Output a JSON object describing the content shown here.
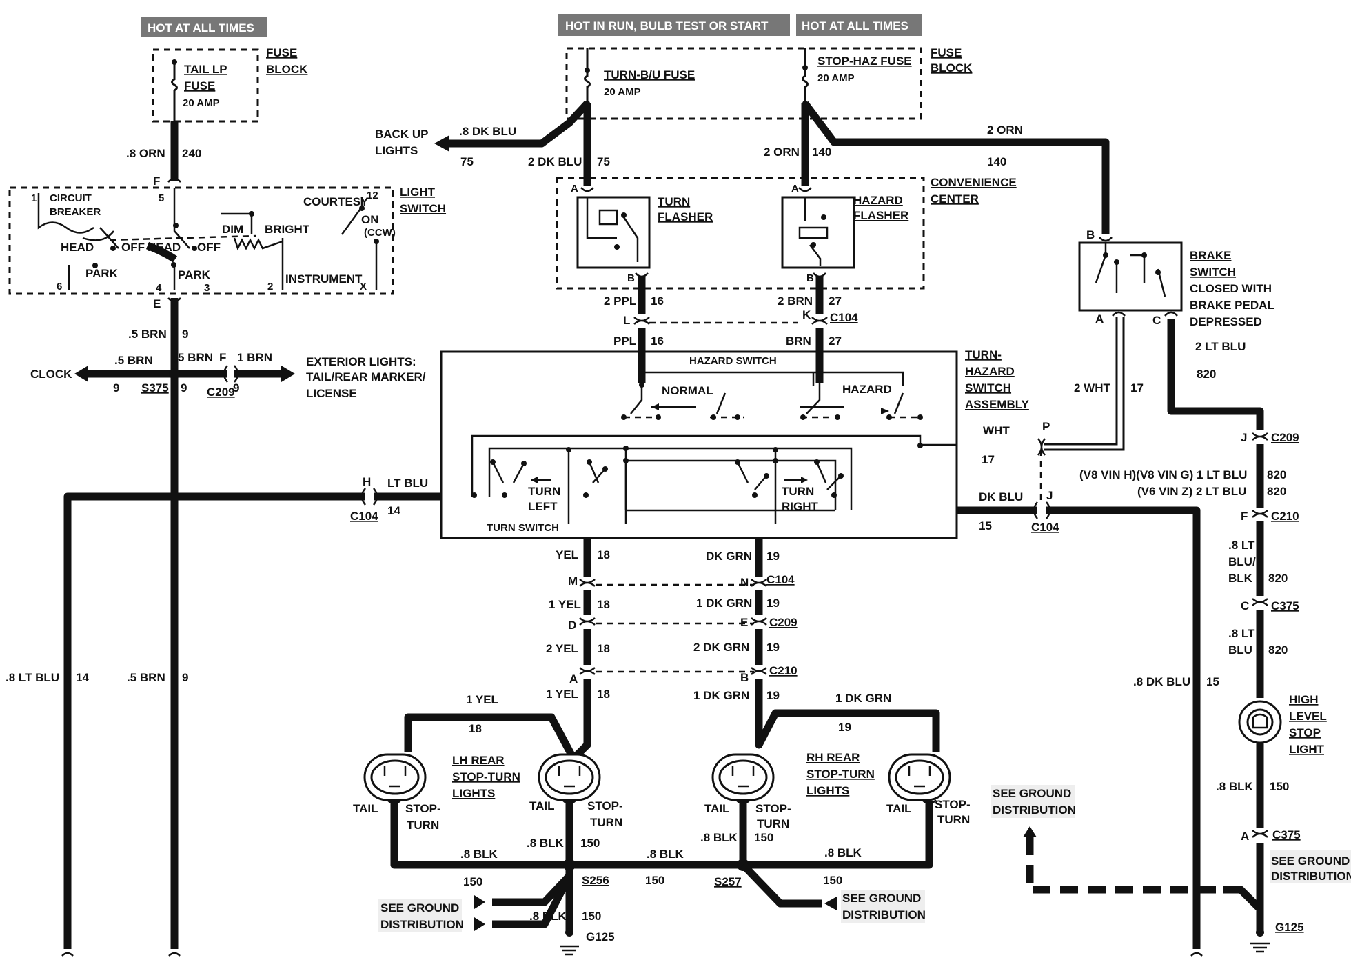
{
  "banners": {
    "hot_always_1": "HOT AT ALL TIMES",
    "hot_run": "HOT IN RUN, BULB TEST OR START",
    "hot_always_2": "HOT AT ALL TIMES"
  },
  "fuse_block": {
    "label_1": "FUSE",
    "label_2": "BLOCK",
    "tail_fuse": [
      "TAIL LP",
      "FUSE",
      "20 AMP"
    ],
    "turn_fuse": [
      "TURN-B/U FUSE",
      "20 AMP"
    ],
    "stop_fuse": [
      "STOP-HAZ FUSE",
      "20 AMP"
    ]
  },
  "light_switch": {
    "title": [
      "LIGHT",
      "SWITCH"
    ],
    "circuit_breaker": [
      "CIRCUIT",
      "BREAKER"
    ],
    "labels": {
      "head1": "HEAD",
      "off1": "OFF",
      "park1": "PARK",
      "head2": "HEAD",
      "off2": "OFF",
      "park2": "PARK",
      "dim": "DIM",
      "bright": "BRIGHT",
      "courtesy": "COURTESY",
      "on": "ON",
      "ccw": "(CCW)",
      "instrument": "INSTRUMENT"
    },
    "pins": {
      "p1": "1",
      "p5": "5",
      "p12": "12",
      "p6": "6",
      "p4": "4",
      "p3": "3",
      "p2": "2",
      "px": "X",
      "F": "F",
      "E": "E"
    }
  },
  "wires": {
    "w_8orn": ".8 ORN",
    "c240": "240",
    "w_5brn_a": ".5 BRN",
    "c9_a": "9",
    "w_5brn_b": ".5 BRN",
    "w_5brn_c": "5 BRN",
    "F": "F",
    "w_1brn": "1 BRN",
    "c9_b": "9",
    "s375": "S375",
    "c9_c": "9",
    "c209": "C209",
    "c9_d": "9",
    "clock": "CLOCK",
    "ext_lights": [
      "EXTERIOR LIGHTS:",
      "TAIL/REAR MARKER/",
      "LICENSE"
    ],
    "backup_lights": [
      "BACK UP",
      "LIGHTS"
    ],
    "w_8dkblu": ".8 DK BLU",
    "c75_a": "75",
    "w_2dkblu": "2 DK BLU",
    "c75_b": "75",
    "w_2orn_a": "2 ORN",
    "c140_a": "140",
    "w_2orn_b": "2 ORN",
    "c140_b": "140",
    "w_2ppl": "2 PPL",
    "c16_a": "16",
    "L": "L",
    "ppl": "PPL",
    "c16_b": "16",
    "w_2brn": "2 BRN",
    "c27_a": "27",
    "K": "K",
    "c104_a": "C104",
    "brn": "BRN",
    "c27_b": "27",
    "A_t": "A",
    "A_h": "A",
    "B_t": "B",
    "B_h": "B",
    "w_2wht": "2 WHT",
    "c17_a": "17",
    "wht": "WHT",
    "c17_b": "17",
    "P": "P",
    "w_2ltblu": "2 LT BLU",
    "c820_a": "820",
    "H": "H",
    "ltblu": "LT BLU",
    "c104_h": "C104",
    "c14_a": "14",
    "dkblu": "DK BLU",
    "J": "J",
    "c15_a": "15",
    "c104_j": "C104",
    "w_8ltblu": ".8 LT BLU",
    "c14_b": "14",
    "w_5brn_d": ".5 BRN",
    "c9_e": "9",
    "w_8dkblu_b": ".8 DK BLU",
    "c15_b": "15"
  },
  "convenience_center": {
    "title": [
      "CONVENIENCE",
      "CENTER"
    ],
    "turn_flasher": [
      "TURN",
      "FLASHER"
    ],
    "hazard_flasher": [
      "HAZARD",
      "FLASHER"
    ]
  },
  "brake_switch": {
    "title": [
      "BRAKE",
      "SWITCH"
    ],
    "desc": [
      "CLOSED WITH",
      "BRAKE PEDAL",
      "DEPRESSED"
    ],
    "B": "B",
    "A": "A",
    "C": "C"
  },
  "turn_hazard": {
    "title": [
      "TURN-",
      "HAZARD",
      "SWITCH",
      "ASSEMBLY"
    ],
    "hazard_switch": "HAZARD SWITCH",
    "normal": "NORMAL",
    "hazard": "HAZARD",
    "turn_left": [
      "TURN",
      "LEFT"
    ],
    "turn_right": [
      "TURN",
      "RIGHT"
    ],
    "turn_switch": "TURN SWITCH"
  },
  "left_column": {
    "yel": "YEL",
    "c18_a": "18",
    "M": "M",
    "yel1": "1 YEL",
    "c18_b": "18",
    "D": "D",
    "yel2": "2 YEL",
    "c18_c": "18",
    "A": "A",
    "yel3": "1 YEL",
    "c18_d": "18",
    "yel_top": "1 YEL",
    "c18_top": "18"
  },
  "right_column": {
    "dkgrn": "DK GRN",
    "c19_a": "19",
    "N": "N",
    "c104": "C104",
    "dkgrn1": "1 DK GRN",
    "c19_b": "19",
    "E": "E",
    "c209": "C209",
    "dkgrn2": "2 DK GRN",
    "c19_c": "19",
    "B": "B",
    "c210": "C210",
    "dkgrn3": "1 DK GRN",
    "c19_d": "19",
    "dkgrn_top": "1 DK GRN",
    "c19_top": "19"
  },
  "rear_lights": {
    "lh": [
      "LH REAR",
      "STOP-TURN",
      "LIGHTS"
    ],
    "rh": [
      "RH REAR",
      "STOP-TURN",
      "LIGHTS"
    ],
    "tail": "TAIL",
    "stop_turn": [
      "STOP-",
      "TURN"
    ]
  },
  "ground": {
    "blk1": ".8 BLK",
    "blk2": ".8 BLK",
    "c150_a": "150",
    "blk3": ".8 BLK",
    "blk4": ".8 BLK",
    "c150_b": "150",
    "blk5": ".8 BLK",
    "c150_1": "150",
    "c150_2": "150",
    "c150_3": "150",
    "s256": "S256",
    "s257": "S257",
    "blk6": ".8 BLK",
    "c150_4": "150",
    "g125": "G125",
    "see_ground": [
      "SEE GROUND",
      "DISTRIBUTION"
    ]
  },
  "right_branch": {
    "J": "J",
    "c209": "C209",
    "v8": "(V8 VIN H)(V8 VIN G)  1 LT BLU",
    "v6": "(V6 VIN Z)  2 LT BLU",
    "c820_b": "820",
    "c820_c": "820",
    "F": "F",
    "c210": "C210",
    "w_8ltblu_blk": [
      ".8 LT",
      "BLU/",
      "BLK"
    ],
    "c820_d": "820",
    "C": "C",
    "c375": "C375",
    "w_8ltblu2": [
      ".8 LT",
      "BLU"
    ],
    "c820_e": "820",
    "high_level": [
      "HIGH",
      "LEVEL",
      "STOP",
      "LIGHT"
    ],
    "blk": ".8 BLK",
    "c150": "150",
    "A": "A",
    "c375_b": "C375",
    "g125": "G125"
  }
}
